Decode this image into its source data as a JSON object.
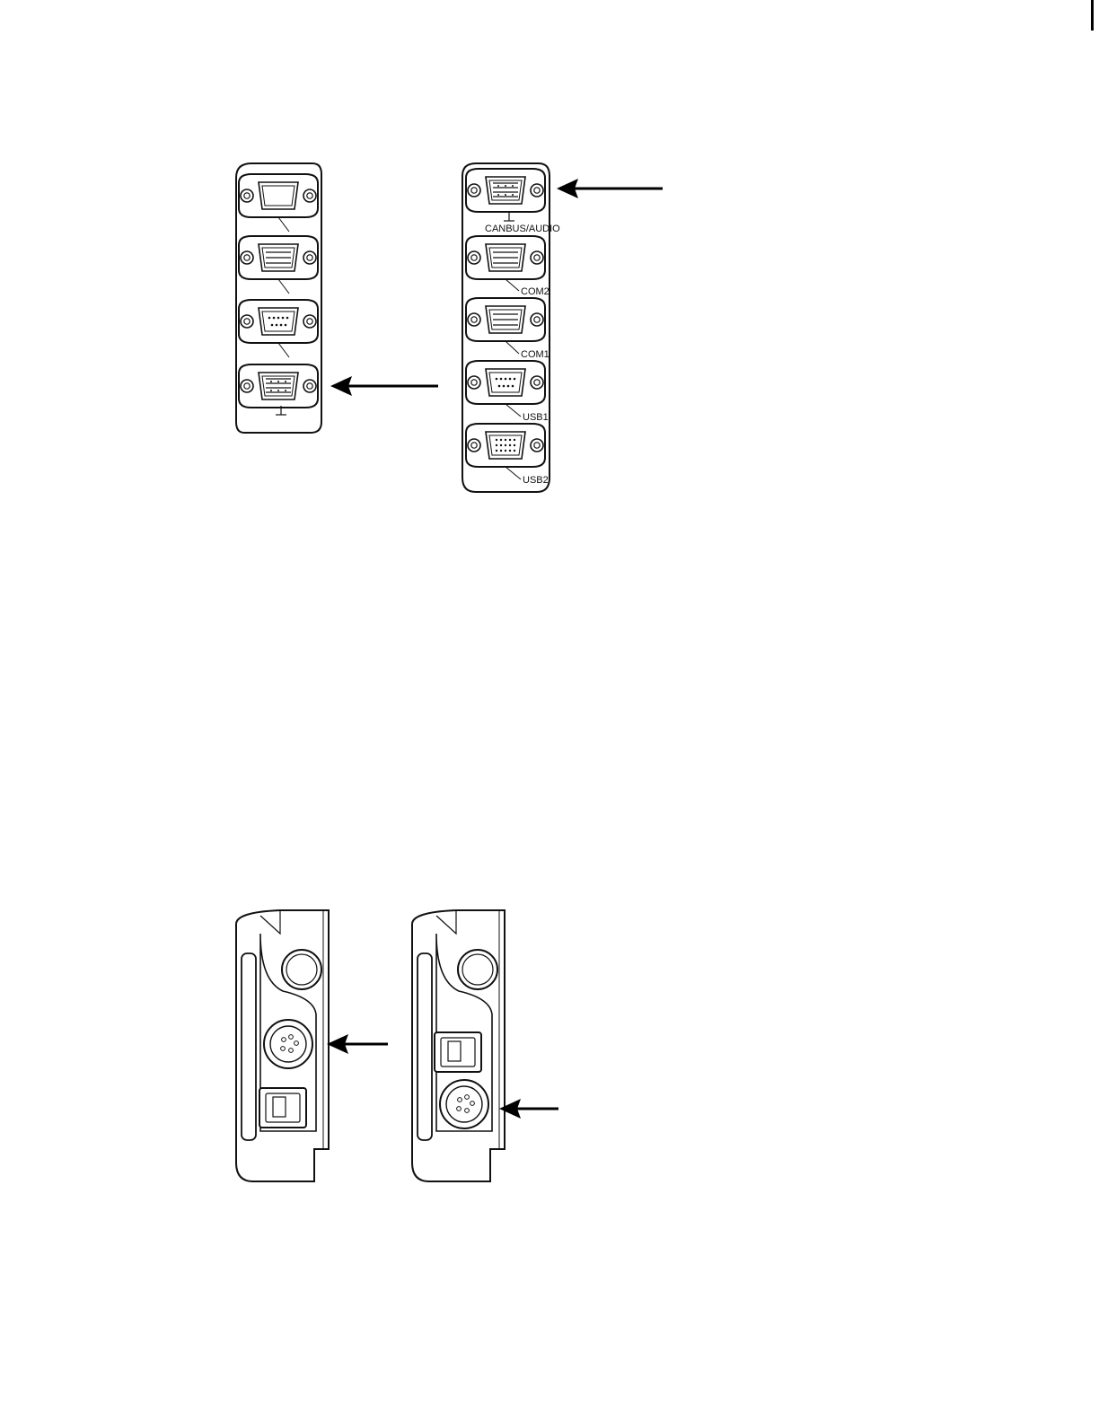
{
  "colors": {
    "ink": "#111111",
    "arrow": "#000000",
    "background": "#ffffff"
  },
  "top_figure": {
    "right_panel": {
      "labels": [
        "CANBUS/AUDIO",
        "COM2",
        "COM1",
        "USB1",
        "USB2"
      ]
    }
  }
}
